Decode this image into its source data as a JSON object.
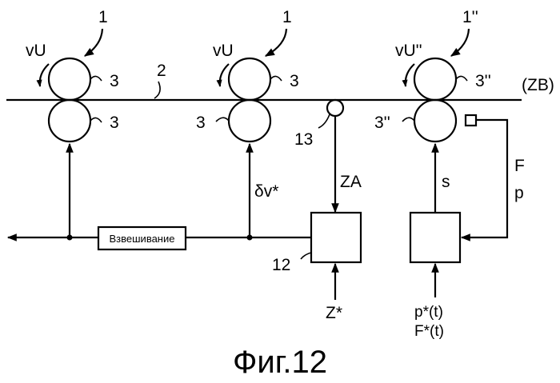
{
  "diagram": {
    "strip_label": "(ZB)",
    "strip_ref": "2",
    "stands": [
      {
        "ref": "1",
        "roll_upper": "3",
        "roll_lower": "3",
        "speed": "vU"
      },
      {
        "ref": "1",
        "roll_upper": "3",
        "roll_lower": "3",
        "speed": "vU"
      },
      {
        "ref": "1''",
        "roll_upper": "3''",
        "roll_lower": "3''",
        "speed": "vU''"
      }
    ],
    "sensor_ref": "13",
    "controller_ref": "12",
    "weighing_label": "Взвешивание",
    "signals": {
      "delta_v": "δv*",
      "za": "ZA",
      "s": "s",
      "f": "F",
      "p": "p",
      "z_star": "Z*",
      "p_star": "p*(t)",
      "f_star": "F*(t)"
    },
    "caption": "Фиг.12"
  },
  "colors": {
    "line": "#000000",
    "background": "#ffffff"
  }
}
